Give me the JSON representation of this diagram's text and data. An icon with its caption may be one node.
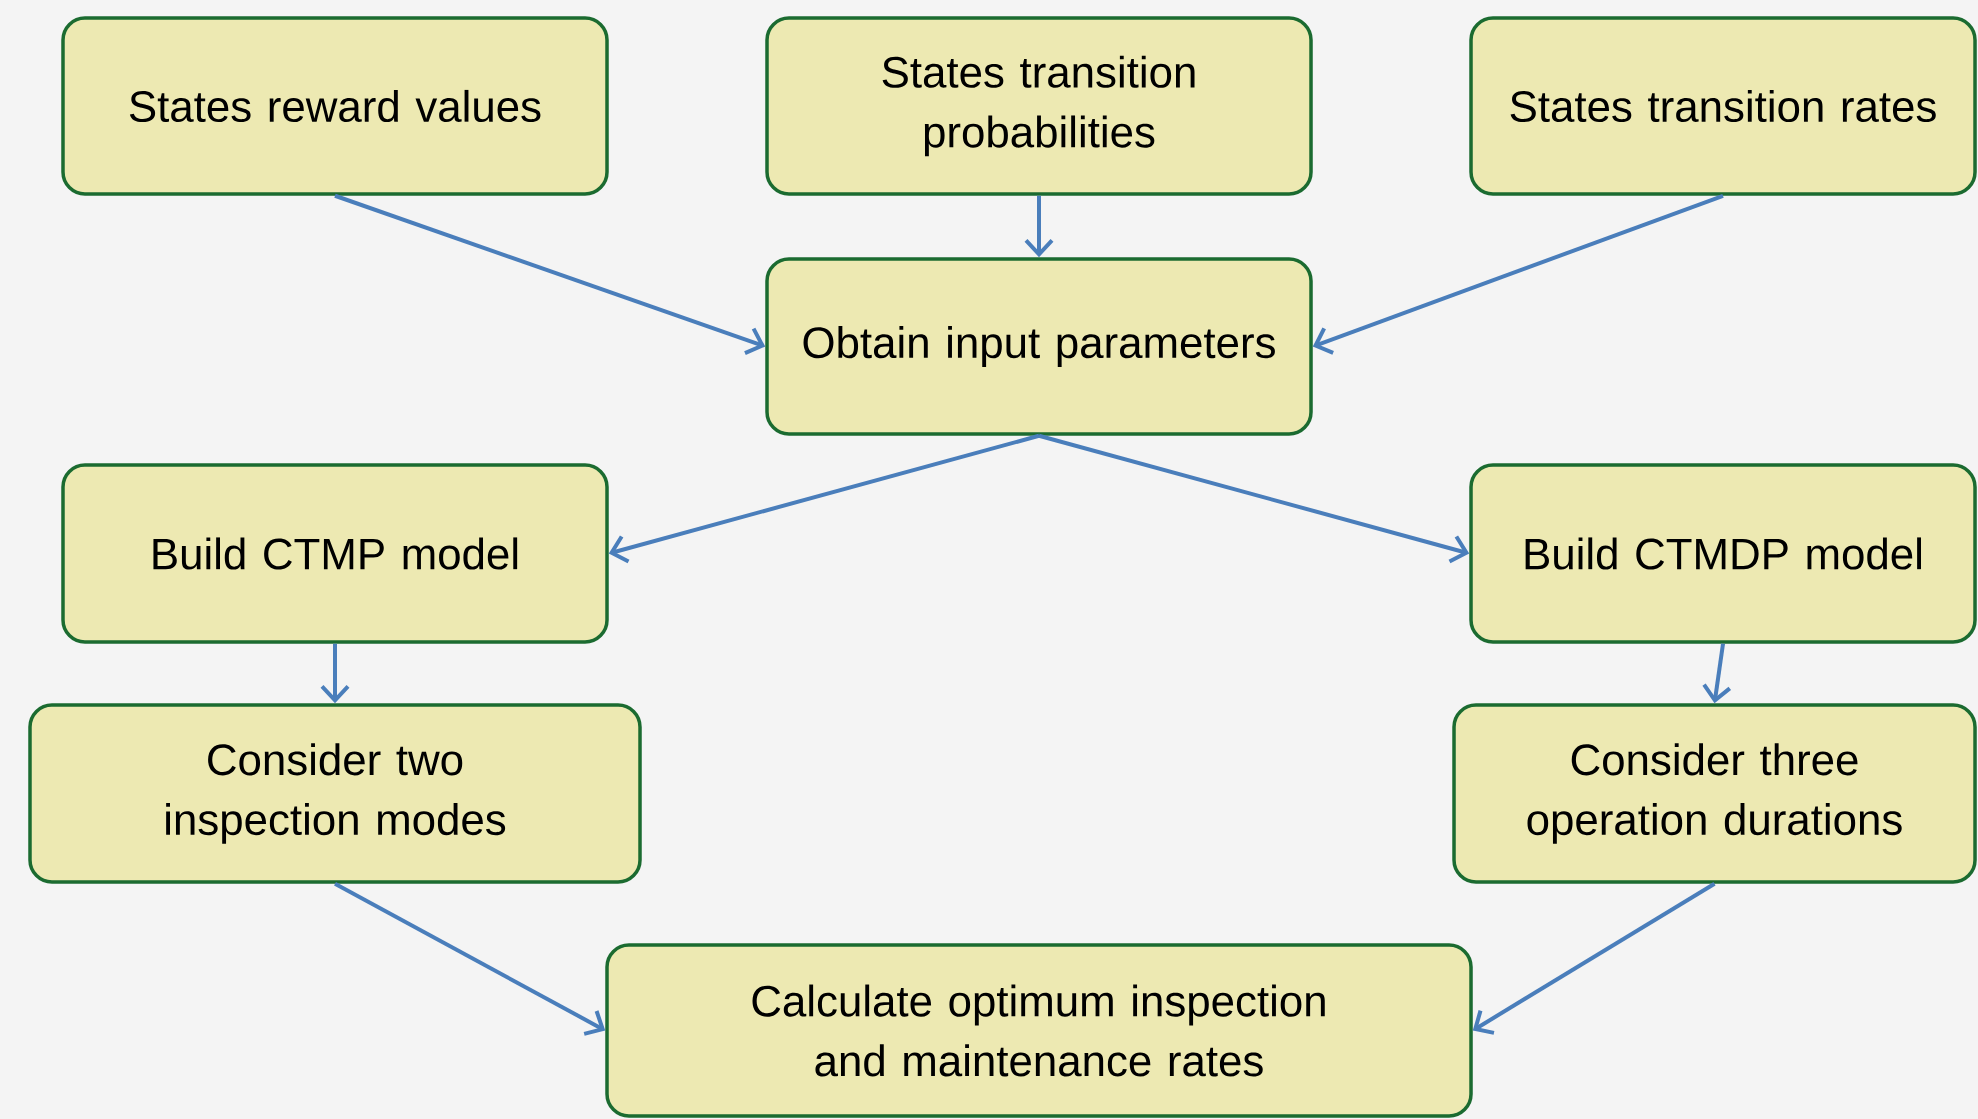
{
  "diagram": {
    "nodes": [
      {
        "text": [
          "States reward values"
        ]
      },
      {
        "text": [
          "States transition probabilities"
        ]
      },
      {
        "text": [
          "States transition rates"
        ]
      },
      {
        "text": [
          "Obtain input parameters"
        ]
      },
      {
        "text": [
          "Build CTMP model"
        ]
      },
      {
        "text": [
          "Build CTMDP model"
        ]
      },
      {
        "text": [
          "Consider two inspection modes"
        ]
      },
      {
        "text": [
          "Consider three operation durations"
        ]
      },
      {
        "text": [
          "Calculate optimum inspection and maintenance rates"
        ]
      }
    ],
    "edges": [
      {
        "from": 0,
        "to": 3,
        "arrow": "to"
      },
      {
        "from": 1,
        "to": 3,
        "arrow": "to"
      },
      {
        "from": 2,
        "to": 3,
        "arrow": "to"
      },
      {
        "from": 3,
        "to": 4,
        "arrow": "to"
      },
      {
        "from": 3,
        "to": 5,
        "arrow": "to"
      },
      {
        "from": 4,
        "to": 6,
        "arrow": "to"
      },
      {
        "from": 5,
        "to": 7,
        "arrow": "to"
      },
      {
        "from": 6,
        "to": 8,
        "arrow": "to"
      },
      {
        "from": 7,
        "to": 8,
        "arrow": "to"
      }
    ]
  }
}
